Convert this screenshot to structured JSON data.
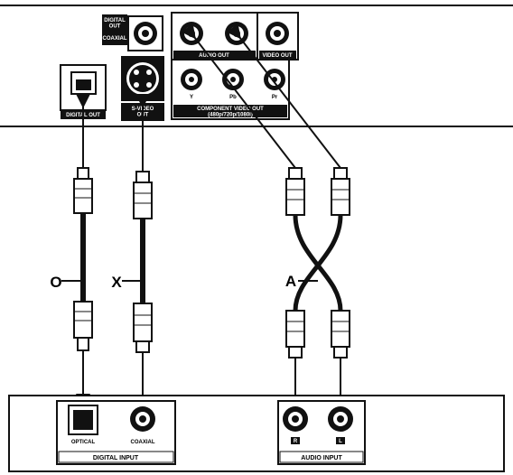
{
  "player": {
    "digital_out_top": "DIGITAL\nOUT",
    "coaxial_top": "COAXIAL",
    "audio_out": "AUDIO OUT",
    "video_out": "VIDEO OUT",
    "svideo_out": "S-VIDEO\nOUT",
    "y": "Y",
    "pb": "Pb",
    "pr": "Pr",
    "component_out": "COMPONENT VIDEO OUT\n(480p/720p/1080i)",
    "digital_out_optical": "DIGITAL OUT"
  },
  "cables": {
    "optical": "O",
    "coaxial": "X",
    "audio": "A"
  },
  "receiver": {
    "optical": "OPTICAL",
    "coaxial": "COAXIAL",
    "digital_input": "DIGITAL INPUT",
    "audio_input": "AUDIO INPUT",
    "right": "R",
    "left": "L"
  }
}
